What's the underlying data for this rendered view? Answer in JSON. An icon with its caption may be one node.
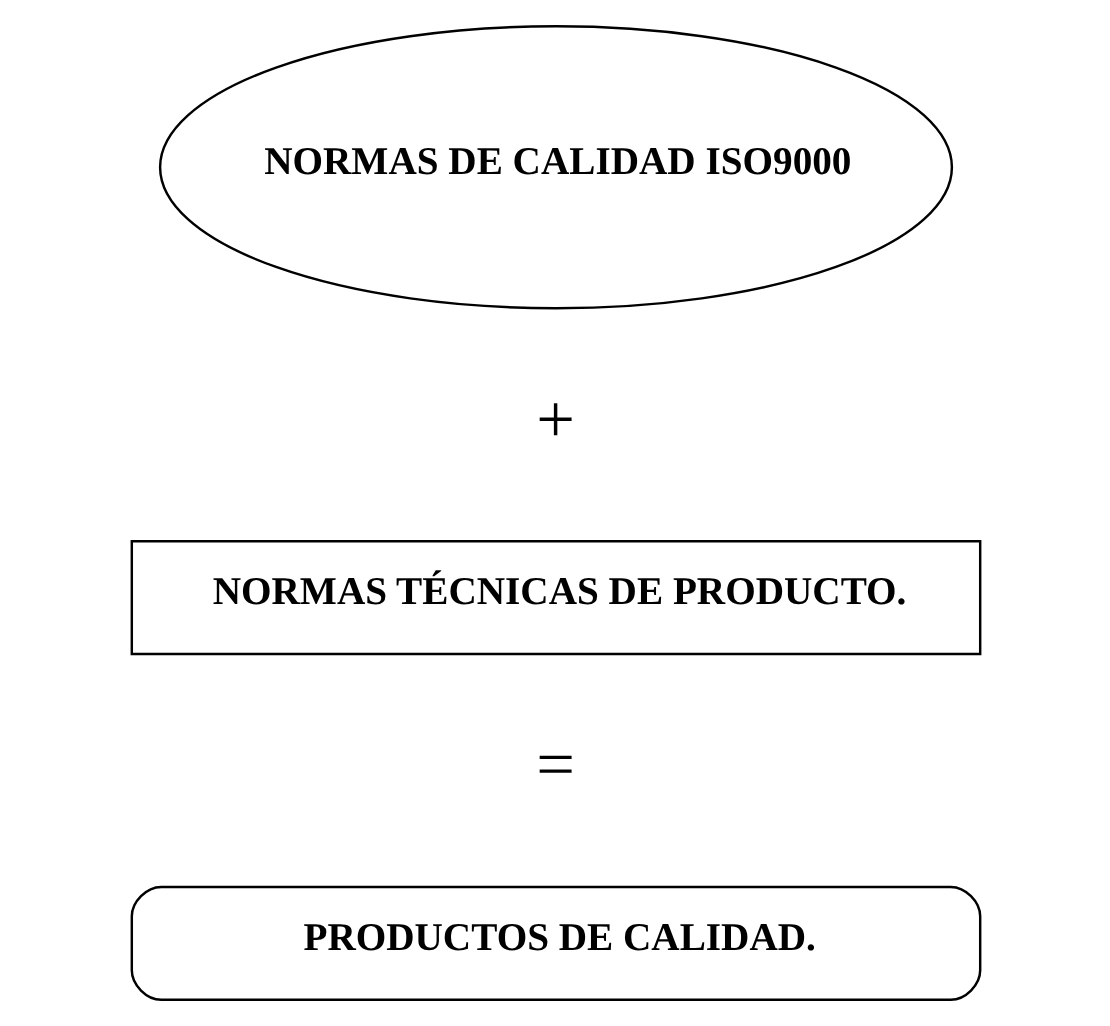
{
  "diagram": {
    "nodes": [
      {
        "text": [
          "NORMAS DE CALIDAD ISO9000"
        ]
      },
      {
        "text": [
          "NORMAS TÉCNICAS DE PRODUCTO."
        ]
      },
      {
        "text": [
          "PRODUCTOS DE CALIDAD."
        ]
      }
    ],
    "edges": [],
    "labels": [
      "+",
      "="
    ]
  }
}
